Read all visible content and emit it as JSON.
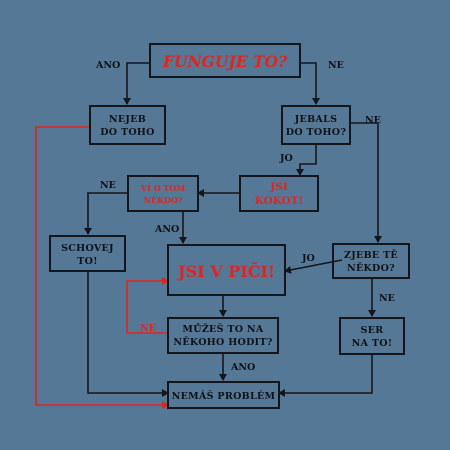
{
  "nodes": {
    "funguje": "FUNGUJE TO?",
    "nejeb_1": "NEJEB",
    "nejeb_2": "DO TOHO",
    "jebals_1": "JEBALS",
    "jebals_2": "DO TOHO?",
    "vi_1": "VÍ O TOM",
    "vi_2": "NĚKDO?",
    "jsi_kokot_1": "JSI",
    "jsi_kokot_2": "KOKOT!",
    "schovej_1": "SCHOVEJ",
    "schovej_2": "TO!",
    "jsi_v_pici": "JSI V PIČI!",
    "zjebe_1": "ZJEBE TĚ",
    "zjebe_2": "NĚKDO?",
    "muzes_1": "MŮŽEŠ TO NA",
    "muzes_2": "NĚKOHO HODIT?",
    "ser_1": "SER",
    "ser_2": "NA TO!",
    "nemas": "NEMÁŠ PROBLÉM"
  },
  "labels": {
    "ano_top": "ANO",
    "ne_top": "NE",
    "ne_jebals": "NE",
    "jo_jebals": "JO",
    "ne_vi": "NE",
    "ano_vi": "ANO",
    "jo_zjebe": "JO",
    "ne_zjebe": "NE",
    "ne_muzes": "NE",
    "ano_muzes": "ANO"
  },
  "colors": {
    "background": "#557896",
    "ink": "#15161c",
    "accent": "#e2241f"
  }
}
